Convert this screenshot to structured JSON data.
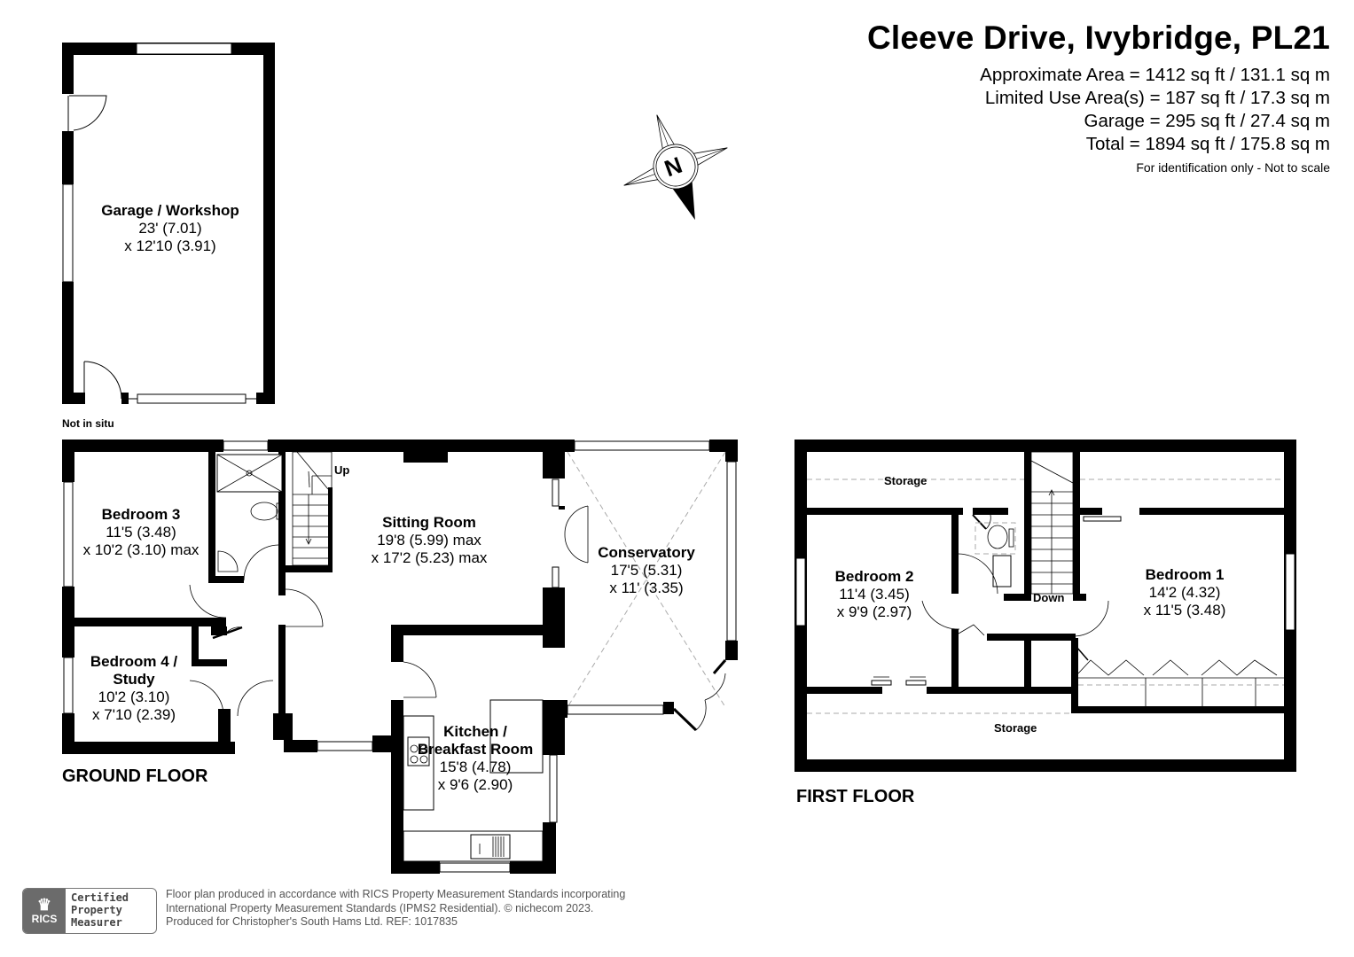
{
  "header": {
    "title": "Cleeve Drive, Ivybridge, PL21",
    "areas": [
      "Approximate Area = 1412 sq ft / 131.1 sq m",
      "Limited Use Area(s) = 187 sq ft / 17.3 sq m",
      "Garage = 295 sq ft / 27.4 sq m",
      "Total = 1894 sq ft / 175.8 sq m"
    ],
    "note": "For identification only - Not to scale"
  },
  "compass": {
    "icon": "north-compass-icon",
    "label": "N"
  },
  "garage": {
    "name": "Garage / Workshop",
    "dim1": "23' (7.01)",
    "dim2": "x 12'10 (3.91)",
    "note": "Not in situ"
  },
  "ground_floor": {
    "label": "GROUND FLOOR",
    "stairs_label": "Up",
    "rooms": [
      {
        "name": "Bedroom 3",
        "dim1": "11'5 (3.48)",
        "dim2": "x 10'2 (3.10) max"
      },
      {
        "name": "Bedroom 4 /",
        "name2": "Study",
        "dim1": "10'2 (3.10)",
        "dim2": "x 7'10 (2.39)"
      },
      {
        "name": "Sitting Room",
        "dim1": "19'8 (5.99) max",
        "dim2": "x 17'2 (5.23) max"
      },
      {
        "name": "Conservatory",
        "dim1": "17'5 (5.31)",
        "dim2": "x 11' (3.35)"
      },
      {
        "name": "Kitchen /",
        "name2": "Breakfast Room",
        "dim1": "15'8 (4.78)",
        "dim2": "x 9'6 (2.90)"
      }
    ]
  },
  "first_floor": {
    "label": "FIRST FLOOR",
    "stairs_label": "Down",
    "storage_top": "Storage",
    "storage_bottom": "Storage",
    "rooms": [
      {
        "name": "Bedroom 2",
        "dim1": "11'4 (3.45)",
        "dim2": "x 9'9 (2.97)"
      },
      {
        "name": "Bedroom 1",
        "dim1": "14'2 (4.32)",
        "dim2": "x 11'5 (3.48)"
      }
    ]
  },
  "footer": {
    "badge": {
      "org": "RICS",
      "line1": "Certified",
      "line2": "Property",
      "line3": "Measurer"
    },
    "lines": [
      "Floor plan produced in accordance with RICS Property Measurement Standards incorporating",
      "International Property Measurement Standards (IPMS2 Residential).   © nichecom 2023.",
      "Produced for Christopher's South Hams Ltd.   REF:  1017835"
    ]
  }
}
